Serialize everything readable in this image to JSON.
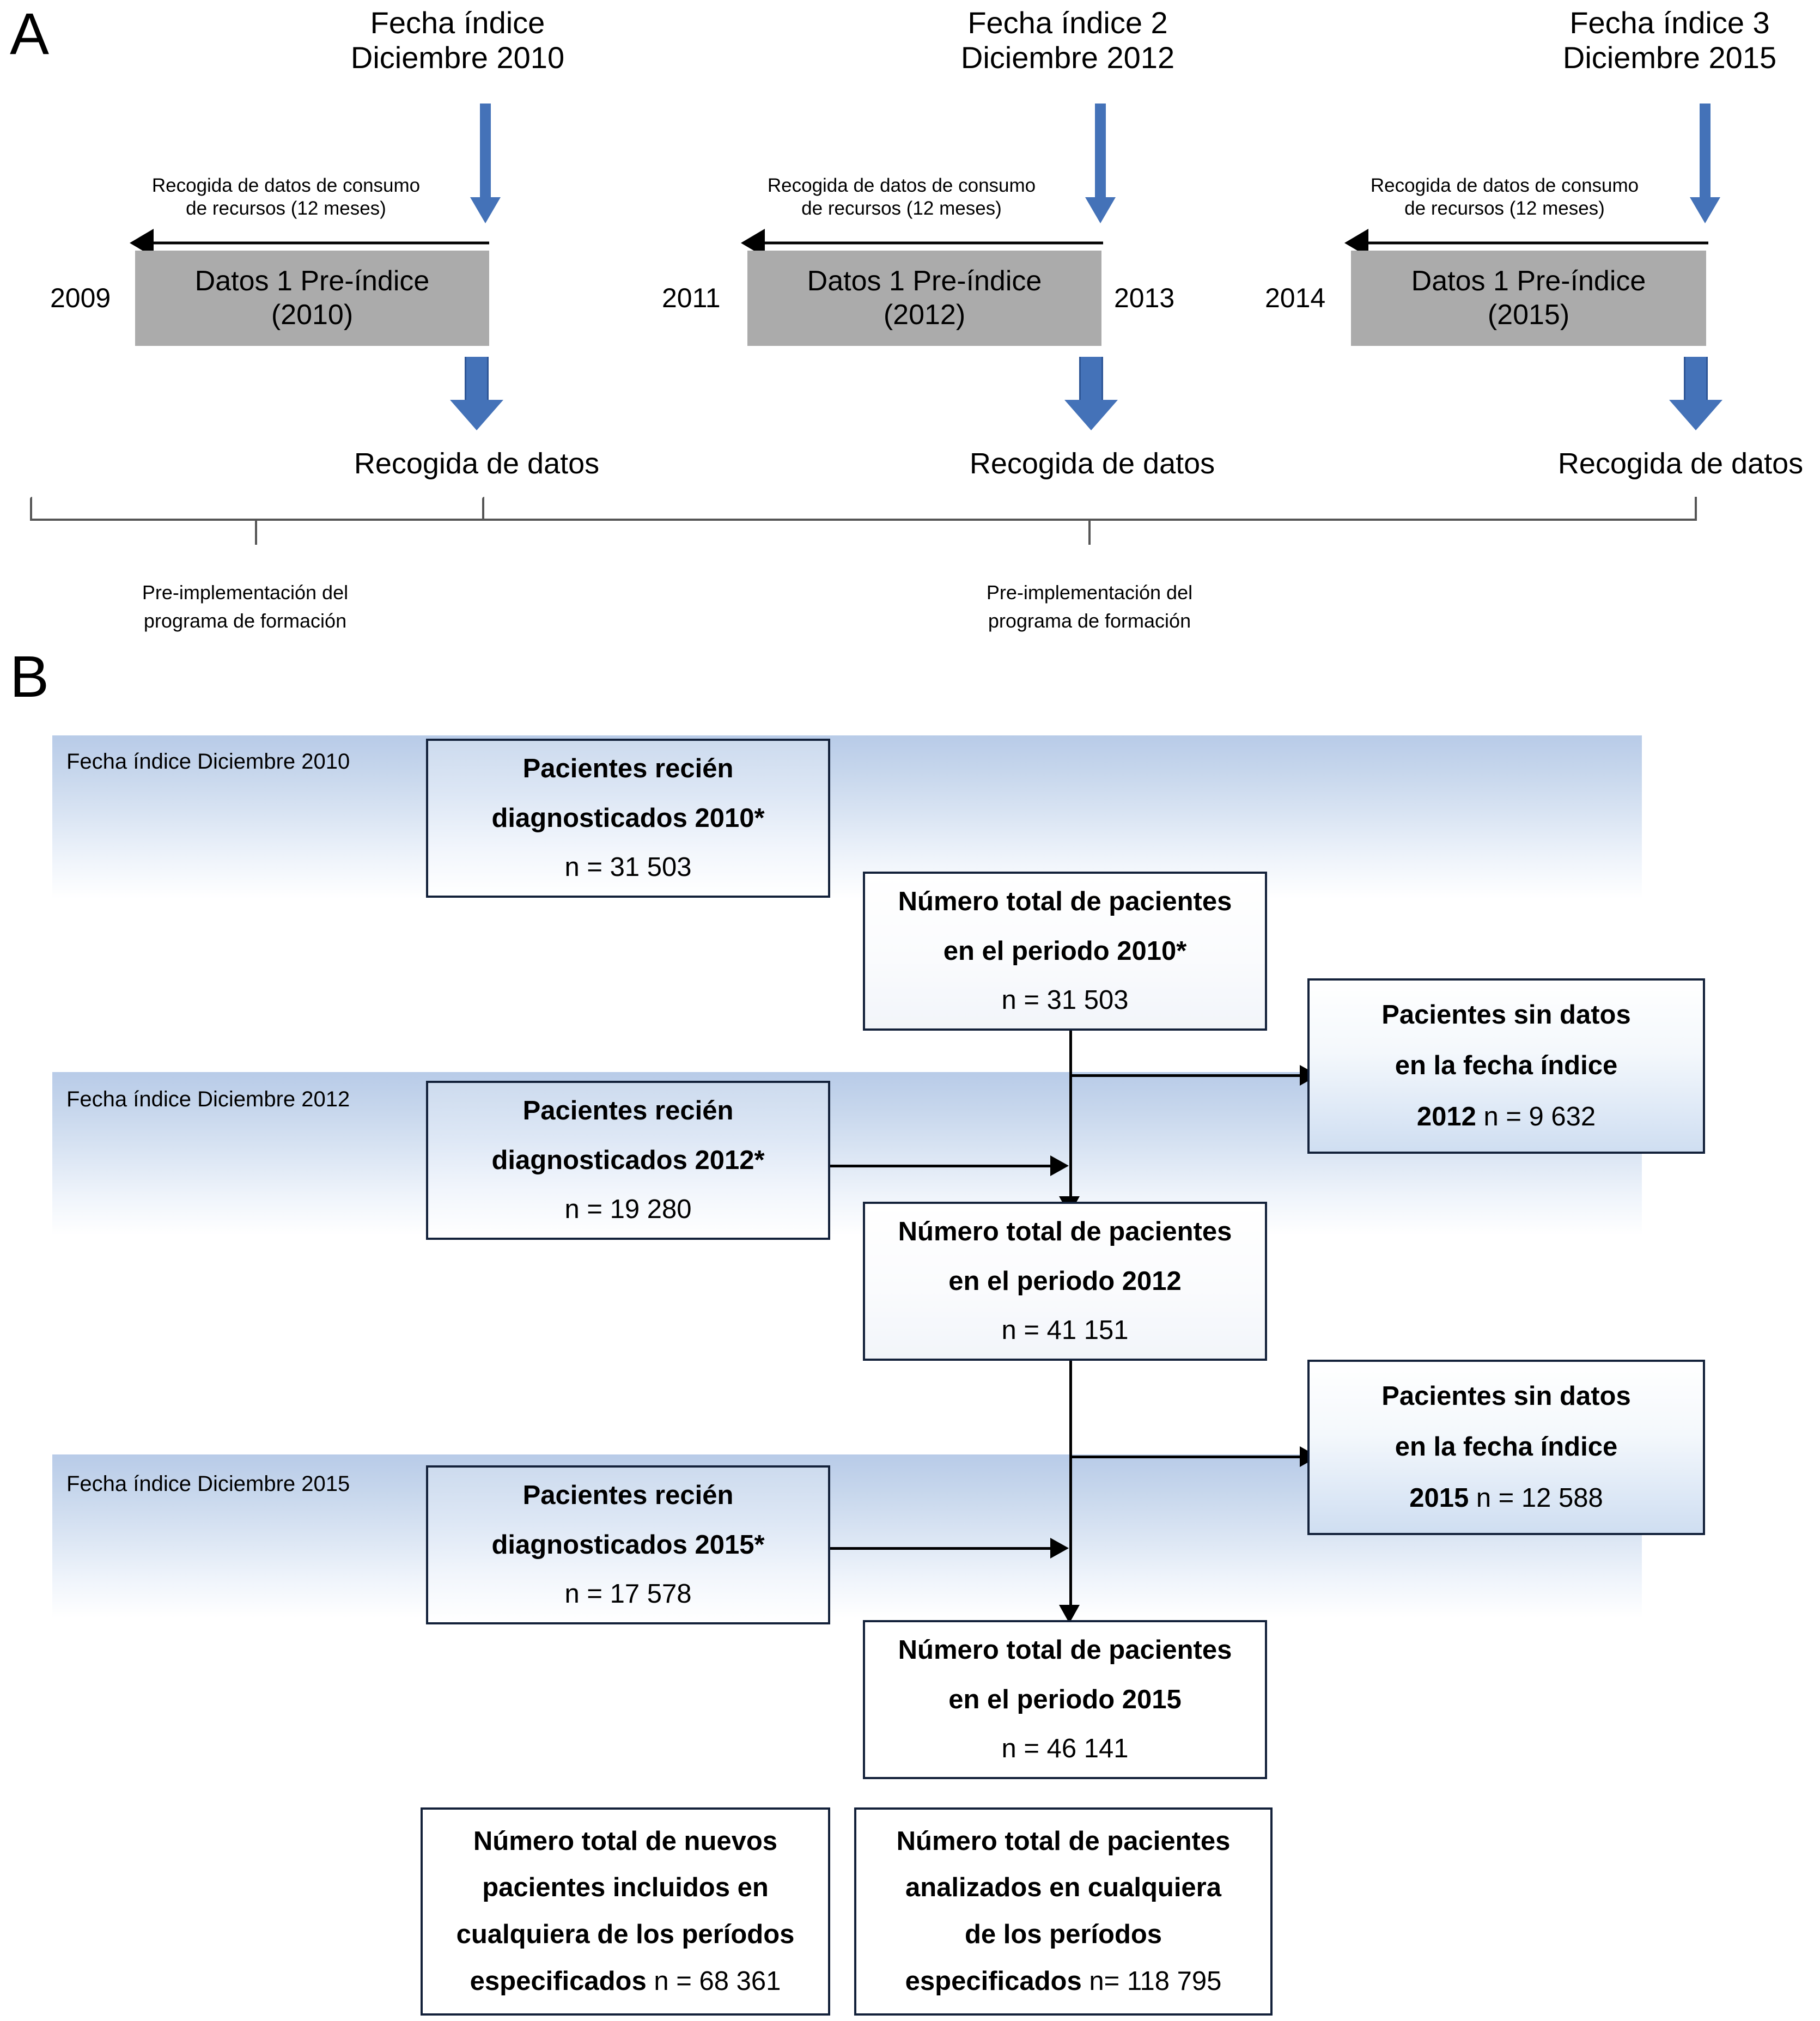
{
  "panels": {
    "a_letter": "A",
    "b_letter": "B"
  },
  "panel_a": {
    "timelines": [
      {
        "index_title": "Fecha índice\nDiciembre 2010",
        "collect_label": "Recogida de datos de consumo\nde recursos (12 meses)",
        "year_left": "2009",
        "year_right": "",
        "box_text": "Datos 1 Pre-índice\n(2010)",
        "collect_result": "Recogida de datos"
      },
      {
        "index_title": "Fecha índice 2\nDiciembre 2012",
        "collect_label": "Recogida de datos de consumo\nde recursos (12 meses)",
        "year_left": "2011",
        "year_right": "2013",
        "box_text": "Datos 1 Pre-índice\n(2012)",
        "collect_result": "Recogida de datos"
      },
      {
        "index_title": "Fecha índice 3\nDiciembre 2015",
        "collect_label": "Recogida de datos de consumo\nde recursos (12 meses)",
        "year_left": "2014",
        "year_right": "",
        "box_text": "Datos 1 Pre-índice\n(2015)",
        "collect_result": "Recogida de datos"
      }
    ],
    "brackets": [
      {
        "label": "Pre-implementación del\nprograma de formación"
      },
      {
        "label": "Pre-implementación del\nprograma de formación"
      }
    ]
  },
  "panel_b": {
    "bands": [
      {
        "label": "Fecha índice Diciembre 2010"
      },
      {
        "label": "Fecha índice Diciembre 2012"
      },
      {
        "label": "Fecha índice Diciembre 2015"
      }
    ],
    "boxes": {
      "new_2010": {
        "line1": "Pacientes recién",
        "line2": "diagnosticados 2010*",
        "line3": "n = 31 503"
      },
      "total_2010": {
        "line1": "Número total de pacientes",
        "line2": "en el periodo 2010*",
        "line3": "n = 31 503"
      },
      "nodata_2012": {
        "line1": "Pacientes sin datos",
        "line2": "en la fecha índice",
        "line3_bold": "2012",
        "line3_reg": " n = 9 632"
      },
      "new_2012": {
        "line1": "Pacientes recién",
        "line2": "diagnosticados 2012*",
        "line3": "n = 19 280"
      },
      "total_2012": {
        "line1": "Número total de pacientes",
        "line2": "en el periodo 2012",
        "line3": "n = 41 151"
      },
      "nodata_2015": {
        "line1": "Pacientes sin datos",
        "line2": "en la fecha índice",
        "line3_bold": "2015",
        "line3_reg": "  n = 12 588"
      },
      "new_2015": {
        "line1": "Pacientes recién",
        "line2": "diagnosticados 2015*",
        "line3": "n = 17 578"
      },
      "total_2015": {
        "line1": "Número total de pacientes",
        "line2": "en el periodo 2015",
        "line3": "n = 46 141"
      },
      "grand_new": {
        "line1": "Número total de nuevos",
        "line2": "pacientes incluidos en",
        "line3": "cualquiera de los períodos",
        "line4_bold": "especificados",
        "line4_reg": " n = 68 361"
      },
      "grand_analyzed": {
        "line1": "Número total de pacientes",
        "line2": "analizados en cualquiera",
        "line3": "de los períodos",
        "line4_bold": "especificados",
        "line4_reg": " n= 118 795"
      }
    }
  },
  "colors": {
    "arrow_blue": "#4472b8",
    "gray_box": "#ababab",
    "band_blue": "#b8cbe8",
    "box_border": "#13213a"
  }
}
